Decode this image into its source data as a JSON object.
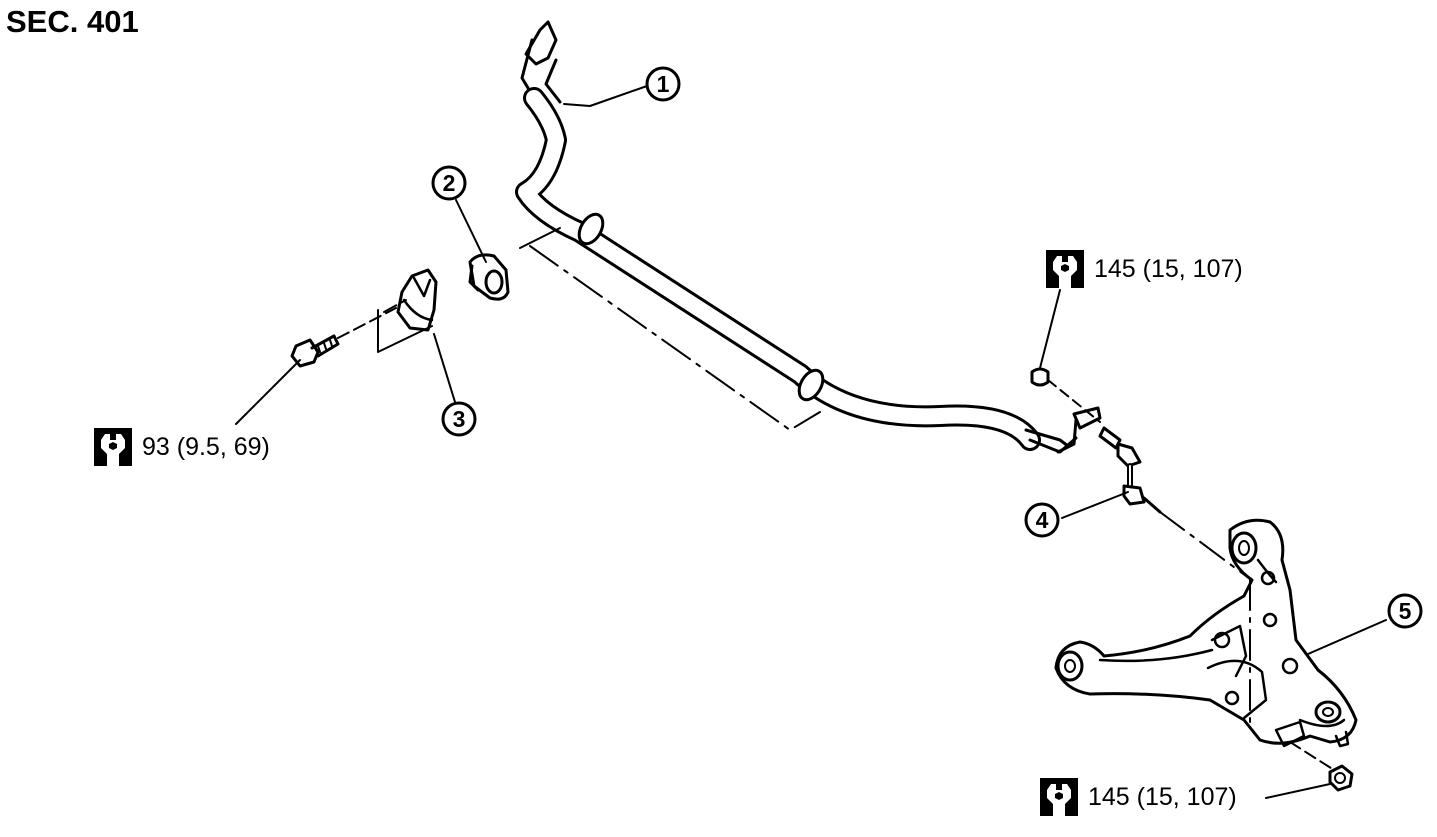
{
  "section_label": "SEC. 401",
  "callouts": [
    {
      "id": "callout-1",
      "number": "1"
    },
    {
      "id": "callout-2",
      "number": "2"
    },
    {
      "id": "callout-3",
      "number": "3"
    },
    {
      "id": "callout-4",
      "number": "4"
    },
    {
      "id": "callout-5",
      "number": "5"
    }
  ],
  "torque_specs": [
    {
      "id": "torque-bracket-bolt",
      "value": "93 (9.5, 69)",
      "icon": "torque-wrench-icon"
    },
    {
      "id": "torque-link-upper-nut",
      "value": "145 (15, 107)",
      "icon": "torque-wrench-icon"
    },
    {
      "id": "torque-link-lower-nut",
      "value": "145 (15, 107)",
      "icon": "torque-wrench-icon"
    }
  ],
  "colors": {
    "line": "#000000",
    "background": "#ffffff"
  }
}
